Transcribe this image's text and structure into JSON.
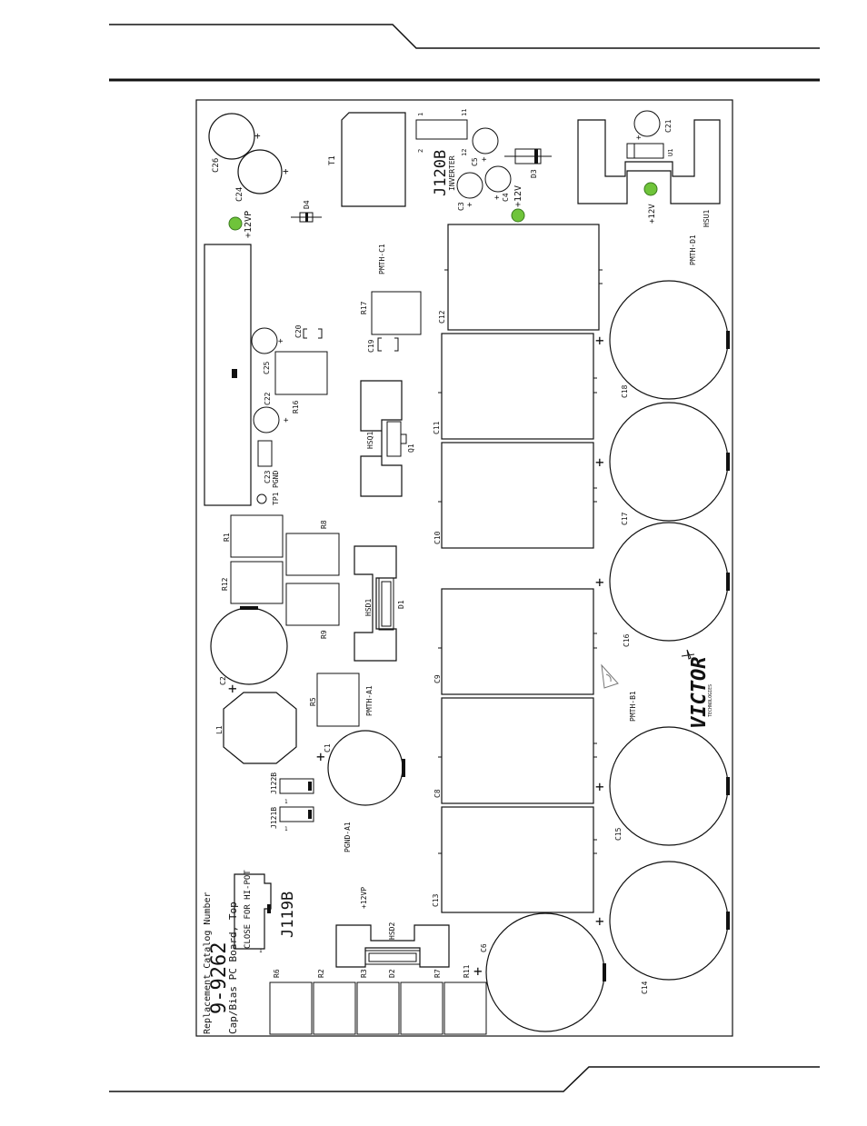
{
  "board": {
    "catalog_title": "Replacement Catalog Number",
    "catalog_number": "9-9262",
    "board_name": "Cap/Bias PC Board, Top",
    "hipot_note": "CLOSE FOR HI-POT",
    "j119b": "J119B",
    "j120b": "J120B",
    "inverter": "INVERTER",
    "brand": "VICTOR",
    "brand_sub": "TECHNOLOGIES"
  },
  "labels": {
    "c26": "C26",
    "c24": "C24",
    "d4": "D4",
    "p12vp_a": "+12VP",
    "t1": "T1",
    "pin1": "1",
    "pin11": "11",
    "pin2": "2",
    "pin12": "12",
    "c5": "C5",
    "c3": "C3",
    "c4": "C4",
    "p12v_a": "+12V",
    "d3": "D3",
    "c21": "C21",
    "u1": "U1",
    "p12v_b": "+12V",
    "hsu1": "HSU1",
    "pmth_c1": "PMTH-C1",
    "pmth_d1": "PMTH-D1",
    "c12": "C12",
    "r17": "R17",
    "c20": "C20",
    "c19": "C19",
    "c25": "C25",
    "r16": "R16",
    "c22": "C22",
    "hsq1": "HSQ1",
    "q1": "Q1",
    "c11": "C11",
    "c18": "C18",
    "c23": "C23",
    "tp1": "TP1",
    "pgnd": "PGND",
    "r1": "R1",
    "r8": "R8",
    "c10": "C10",
    "c17": "C17",
    "r12": "R12",
    "hsd1": "HSD1",
    "d1": "D1",
    "r9": "R9",
    "c2": "C2",
    "c16": "C16",
    "c9": "C9",
    "r5": "R5",
    "pmth_a1": "PMTH-A1",
    "pmth_b1": "PMTH-B1",
    "l1": "L1",
    "c1": "C1",
    "j122b": "J122B",
    "j121b": "J121B",
    "pgnd_a1": "PGND-A1",
    "c8": "C8",
    "c15": "C15",
    "p12vp_b": "+12VP",
    "c13": "C13",
    "c14": "C14",
    "hsd2": "HSD2",
    "c6": "C6",
    "r6": "R6",
    "r2": "R2",
    "r3": "R3",
    "d2": "D2",
    "r7": "R7",
    "r11": "R11",
    "plus": "+",
    "one": "1"
  },
  "colors": {
    "line": "#111111",
    "testpoint": "#6fc43a"
  }
}
